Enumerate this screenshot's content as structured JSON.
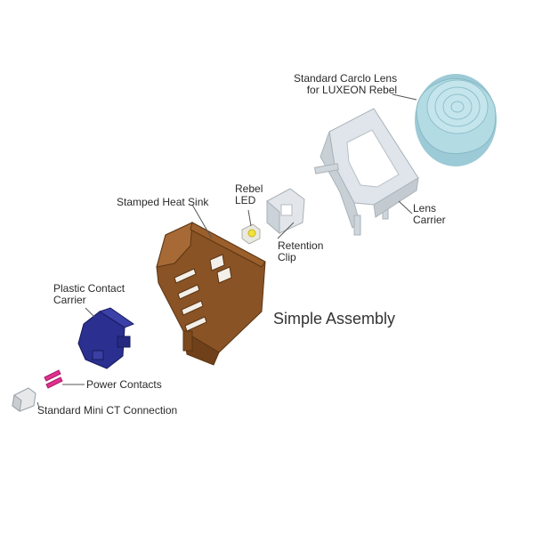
{
  "diagram": {
    "title": "Simple Assembly",
    "labels": {
      "lens": [
        "Standard Carclo Lens",
        "for LUXEON Rebel"
      ],
      "lens_carrier": [
        "Lens",
        "Carrier"
      ],
      "rebel_led": [
        "Rebel",
        "LED"
      ],
      "heat_sink": "Stamped Heat Sink",
      "retention_clip": [
        "Retention",
        "Clip"
      ],
      "contact_carrier": [
        "Plastic Contact",
        "Carrier"
      ],
      "power_contacts": "Power Contacts",
      "mini_ct": "Standard Mini CT Connection"
    }
  },
  "colors": {
    "lens": "#a8d4de",
    "lens_carrier": "#dde3e8",
    "heat_sink": "#8a5325",
    "contact_carrier": "#2b2f8f",
    "power_contacts": "#e0318f",
    "led": "#f2e23a",
    "leader_line": "#555555"
  }
}
